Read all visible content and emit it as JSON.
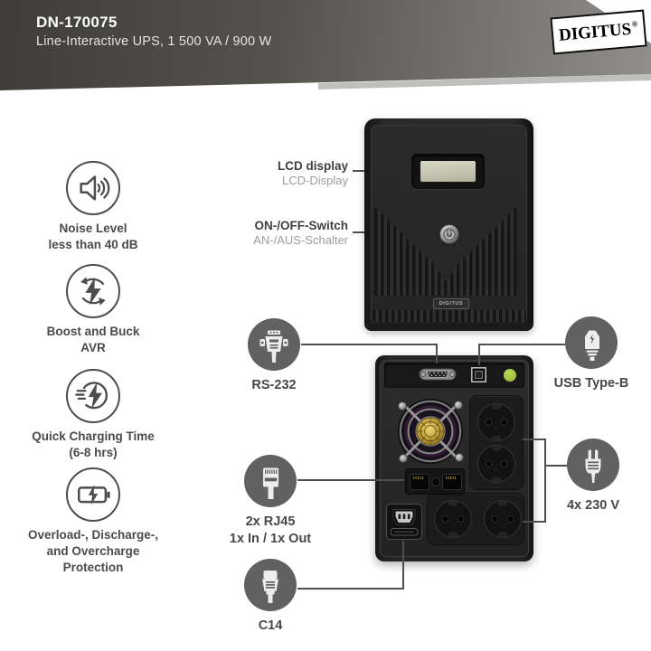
{
  "header": {
    "model": "DN-170075",
    "subtitle": "Line-Interactive UPS, 1 500 VA / 900 W",
    "brand": "DIGITUS",
    "brand_reg": "®"
  },
  "features": {
    "noise": {
      "icon": "speaker-icon",
      "line1": "Noise Level",
      "line2": "less than 40 dB"
    },
    "avr": {
      "icon": "avr-cycle-icon",
      "line1": "Boost and Buck",
      "line2": "AVR"
    },
    "charge": {
      "icon": "quick-charge-icon",
      "line1": "Quick Charging Time",
      "line2": "(6-8 hrs)"
    },
    "protection": {
      "icon": "battery-bolt-icon",
      "line1": "Overload-, Discharge-,",
      "line2": "and Overcharge",
      "line3": "Protection"
    }
  },
  "front_callouts": {
    "lcd": {
      "title": "LCD display",
      "subtitle": "LCD-Display"
    },
    "switch": {
      "title": "ON-/OFF-Switch",
      "subtitle": "AN-/AUS-Schalter"
    }
  },
  "rear_callouts": {
    "rs232": {
      "icon": "rs232-connector-icon",
      "label": "RS-232"
    },
    "usb": {
      "icon": "usb-type-b-icon",
      "label": "USB Type-B"
    },
    "rj45": {
      "icon": "rj45-plug-icon",
      "line1": "2x RJ45",
      "line2": "1x In / 1x Out"
    },
    "outlets": {
      "icon": "power-plug-icon",
      "label": "4x 230 V"
    },
    "c14": {
      "icon": "c14-plug-icon",
      "label": "C14"
    }
  },
  "product": {
    "front_badge": "DIGITUS"
  },
  "colors": {
    "banner_dark": "#3f3d3a",
    "banner_light": "#908f8d",
    "callout_circle": "#616161",
    "line_gray": "#4f4f4f",
    "text_dark": "#4a4a4a",
    "text_muted": "#9d9d9d",
    "status_dot_green": "#95b42c",
    "lcd_screen": "#cfcfbc"
  }
}
